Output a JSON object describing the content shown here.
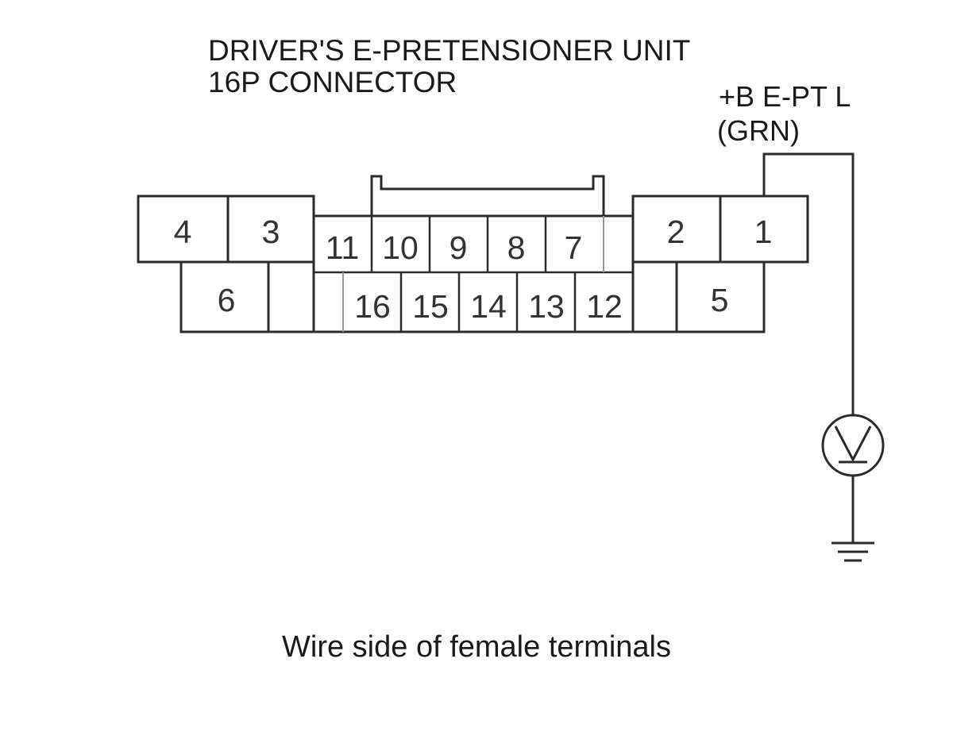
{
  "title": {
    "line1": "DRIVER'S E-PRETENSIONER UNIT",
    "line2": "16P CONNECTOR"
  },
  "wire_label": {
    "line1": "+B E-PT L",
    "line2": "(GRN)"
  },
  "caption": "Wire side of female terminals",
  "pins": {
    "p1": "1",
    "p2": "2",
    "p3": "3",
    "p4": "4",
    "p5": "5",
    "p6": "6",
    "p7": "7",
    "p8": "8",
    "p9": "9",
    "p10": "10",
    "p11": "11",
    "p12": "12",
    "p13": "13",
    "p14": "14",
    "p15": "15",
    "p16": "16"
  },
  "icons": {
    "voltmeter": "voltmeter-icon",
    "ground": "ground-icon"
  }
}
